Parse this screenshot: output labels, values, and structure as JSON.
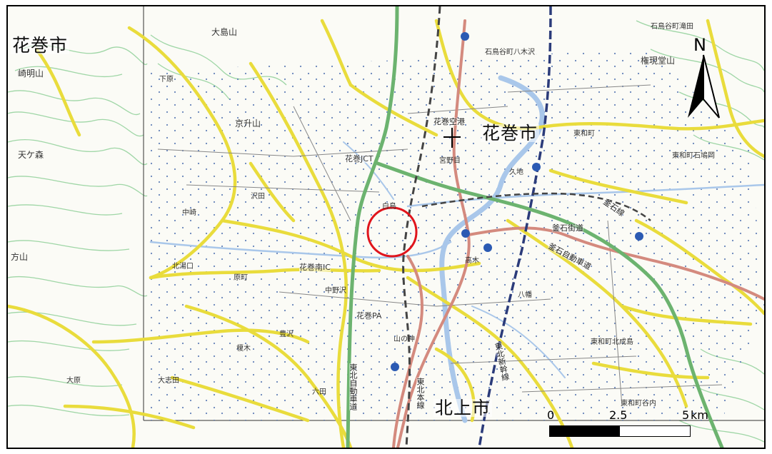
{
  "map": {
    "north_label": "N",
    "scale": {
      "ticks": [
        "0",
        "2.5",
        "5"
      ],
      "unit": "km"
    },
    "marker": {
      "color": "#e0141c"
    },
    "colors": {
      "major_road": "#f1e65a",
      "expressway": "#6cb36f",
      "national_road": "#d48a7e",
      "river": "#a9c7ea",
      "contour": "#9fd6a6",
      "railway": "#555555",
      "shinkansen": "#2b3b7a"
    },
    "labels": {
      "city_hanamaki_left": "花巻市",
      "city_hanamaki_center": "花巻市",
      "city_kitakami": "北上市",
      "mount_oshiyama": "大島山",
      "mount_kyomasu": "京升山",
      "mount_gongen": "権現堂山",
      "mount_amagamori": "天ケ森",
      "mount_katayama": "方山",
      "mount_left_hill": "崎明山",
      "airport": "花巻空港",
      "hanamaki_jct": "花巻JCT",
      "hanamaki_south_ic": "花巻南IC",
      "hanamaki_pa": "花巻PA",
      "kamaishi_road": "釜石街道",
      "kamaishi_expressway": "釜石自動車道",
      "tohoku_expressway": "東北自動車道",
      "tohoku_honsen": "東北本線",
      "tohoku_shinkansen": "東北新幹線",
      "kamaishi_line": "釜石線",
      "ishidoriya_takita": "石鳥谷町滝田",
      "ishidoriya_yagisawa": "石鳥谷町八木沢",
      "towa_town": "東和町",
      "sawada": "沢田",
      "enoki": "榎木",
      "toyosawa": "豊沢",
      "kuji": "久地",
      "takagi": "高木",
      "yamanokami": "山の神",
      "shimohara": "下原",
      "nakanosawa": "中野沢",
      "ohara": "大原",
      "nakazaki": "中崎",
      "taishido": "大志田",
      "miyanome": "宮野目",
      "kitayushima": "北湯口",
      "shiratori": "白鳥",
      "towa_ishihatoya": "東和町石鳩岡",
      "towa_kitanaru": "東和町北成島",
      "towa_tanise": "東和町谷内",
      "rokuta": "六田",
      "hachiman": "八幡",
      "haramachi": "原町"
    }
  }
}
